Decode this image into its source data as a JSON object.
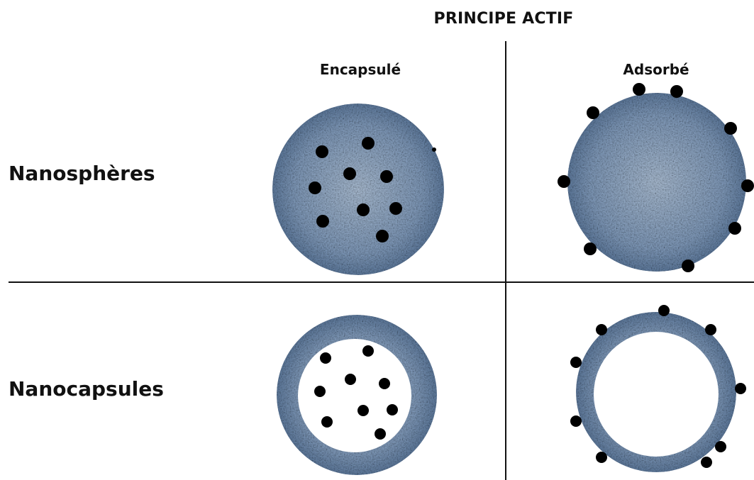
{
  "header": {
    "title": "PRINCIPE ACTIF"
  },
  "columns": [
    {
      "label": "Encapsulé"
    },
    {
      "label": "Adsorbé"
    }
  ],
  "rows": [
    {
      "label": "Nanosphères"
    },
    {
      "label": "Nanocapsules"
    }
  ],
  "colors": {
    "particle": "#6a86a8",
    "particle_dark": "#34465e",
    "particle_light": "#c9d7e6",
    "drug_dot": "#000000",
    "divider": "#111111"
  }
}
